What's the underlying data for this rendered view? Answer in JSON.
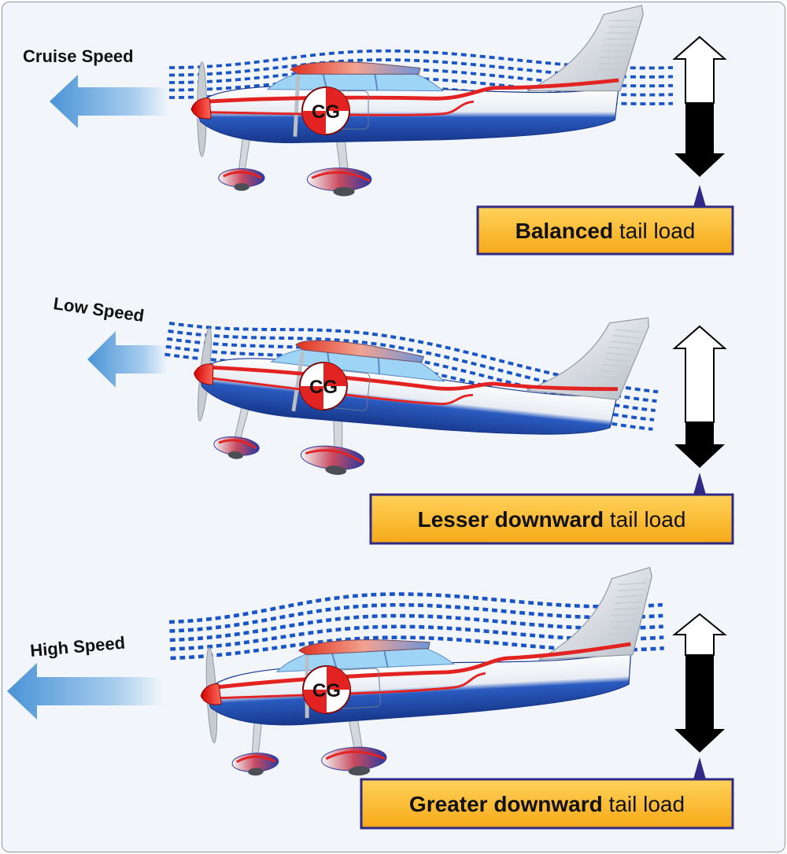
{
  "colors": {
    "background": "#f2f6fb",
    "fuselage_blue": "#1f4fb4",
    "stripe_red": "#e32222",
    "airflow_blue": "#1a55c8",
    "speed_arrow": "#5aa2dc",
    "label_fill": "#fdbd2a",
    "label_border": "#2e2a86",
    "down_arrow": "#000000",
    "up_arrow": "#ffffff"
  },
  "panels": [
    {
      "speed_label": "Cruise Speed",
      "label_bold": "Balanced",
      "label_rest": " tail load",
      "cg_label": "CG",
      "icons": {
        "speed_arrow": "left-arrow-icon",
        "load_arrow": "up-down-arrow-icon"
      },
      "tail_load_fill_fraction": 0.45
    },
    {
      "speed_label": "Low Speed",
      "label_bold": "Lesser downward",
      "label_rest": " tail load",
      "cg_label": "CG",
      "icons": {
        "speed_arrow": "left-arrow-icon",
        "load_arrow": "up-down-arrow-icon"
      },
      "tail_load_fill_fraction": 0.25
    },
    {
      "speed_label": "High Speed",
      "label_bold": "Greater downward",
      "label_rest": " tail load",
      "cg_label": "CG",
      "icons": {
        "speed_arrow": "left-arrow-icon",
        "load_arrow": "up-down-arrow-icon"
      },
      "tail_load_fill_fraction": 0.75
    }
  ]
}
